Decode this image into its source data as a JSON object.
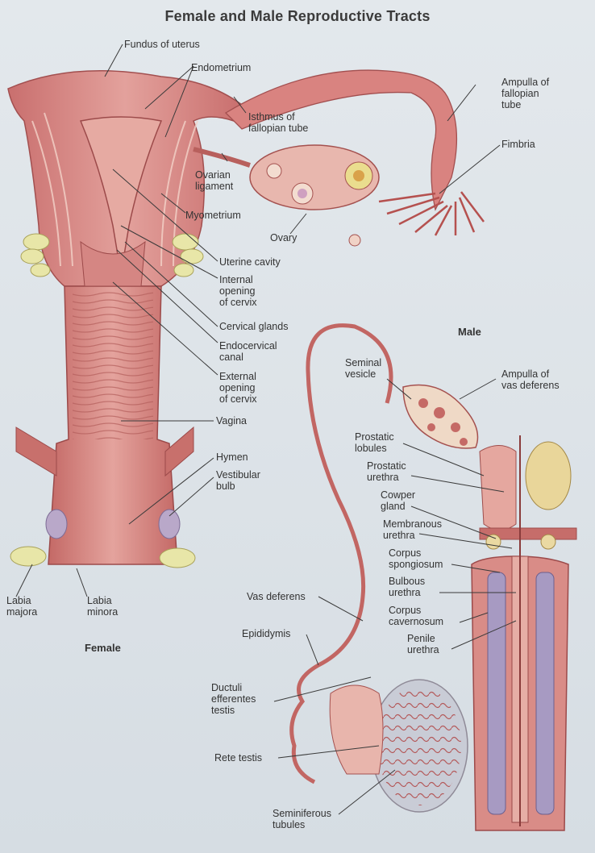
{
  "title": "Female and Male Reproductive Tracts",
  "sections": {
    "female": "Female",
    "male": "Male"
  },
  "female_labels": {
    "fundus": "Fundus of uterus",
    "endometrium": "Endometrium",
    "isthmus": "Isthmus of\nfallopian tube",
    "ampulla_fallopian": "Ampulla of\nfallopian\ntube",
    "fimbria": "Fimbria",
    "ovarian_ligament": "Ovarian\nligament",
    "myometrium": "Myometrium",
    "ovary": "Ovary",
    "uterine_cavity": "Uterine cavity",
    "internal_opening": "Internal\nopening\nof cervix",
    "cervical_glands": "Cervical glands",
    "endocervical_canal": "Endocervical\ncanal",
    "external_opening": "External\nopening\nof cervix",
    "vagina": "Vagina",
    "hymen": "Hymen",
    "vestibular_bulb": "Vestibular\nbulb",
    "labia_majora": "Labia\nmajora",
    "labia_minora": "Labia\nminora"
  },
  "male_labels": {
    "seminal_vesicle": "Seminal\nvesicle",
    "ampulla_vas": "Ampulla of\nvas deferens",
    "prostatic_lobules": "Prostatic\nlobules",
    "prostatic_urethra": "Prostatic\nurethra",
    "cowper_gland": "Cowper\ngland",
    "membranous_urethra": "Membranous\nurethra",
    "corpus_spongiosum": "Corpus\nspongiosum",
    "bulbous_urethra": "Bulbous\nurethra",
    "corpus_cavernosum": "Corpus\ncavernosum",
    "penile_urethra": "Penile\nurethra",
    "vas_deferens": "Vas deferens",
    "epididymis": "Epididymis",
    "ductuli_efferentes": "Ductuli\nefferentes\ntestis",
    "rete_testis": "Rete testis",
    "seminiferous_tubules": "Seminiferous\ntubules"
  },
  "colors": {
    "background": "#dde3e8",
    "tissue": "#d98a88",
    "tissue_dark": "#b85a5a",
    "tissue_light": "#f0c2b8",
    "fat": "#e8e6a8",
    "vessel_blue": "#9a8fb8"
  }
}
